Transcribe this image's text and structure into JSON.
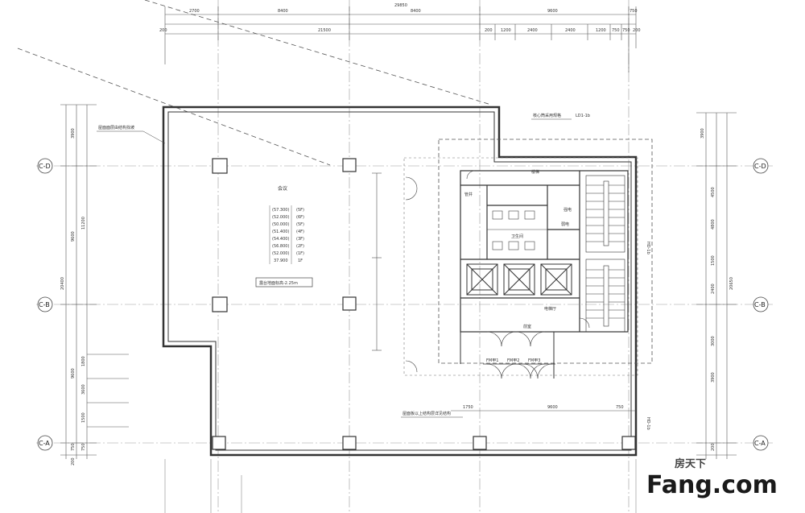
{
  "watermark": {
    "brand": "Fang.com",
    "tag": "房天下"
  },
  "top_dims_row1": [
    "2700",
    "8400",
    "8400",
    "9600",
    "750"
  ],
  "top_dims_total": "29850",
  "top_dims_row2": [
    "200",
    "21500",
    "200",
    "1200",
    "2400",
    "2400",
    "1200",
    "750",
    "750",
    "200"
  ],
  "left_dims": [
    "3900",
    "9600",
    "11200",
    "1800",
    "3600",
    "1500",
    "9600",
    "750",
    "750",
    "200"
  ],
  "left_total": "20400",
  "right_dims": [
    "3900",
    "4500",
    "4800",
    "1500",
    "2400",
    "3000",
    "3900",
    "200"
  ],
  "right_total": "20650",
  "axis_labels": {
    "c_left": "C-D",
    "b_left": "C-B",
    "a_left": "C-A",
    "c_right": "C-D",
    "b_right": "C-B",
    "a_right": "C-A"
  },
  "floor_label": "会议",
  "elevation_list": [
    "(57.300)",
    "(52.000)",
    "(50.000)",
    "(51.400)",
    "(54.400)",
    "(56.800)",
    "(52.000)",
    "37.900"
  ],
  "floor_list": [
    "(5F)",
    "(6F)",
    "(5F)",
    "(4F)",
    "(3F)",
    "(2F)",
    "(1F)",
    "1F"
  ],
  "note_box": "露台地面标高-2.25m",
  "annotation_left": "屋面面层由结构找坡",
  "annotation_top": "核心筒采用规格",
  "annotation_top_code": "LD1-1b",
  "bottom_note": "屋面板以上结构层详见结构",
  "door_labels": [
    "FM甲1",
    "FM甲2",
    "FM甲3"
  ],
  "room_labels": [
    "前室",
    "电梯厅",
    "楼梯",
    "管井",
    "强电",
    "弱电",
    "卫生间"
  ],
  "bottom_dims": [
    "1750",
    "9600",
    "750"
  ],
  "side_label": "HD-1b"
}
